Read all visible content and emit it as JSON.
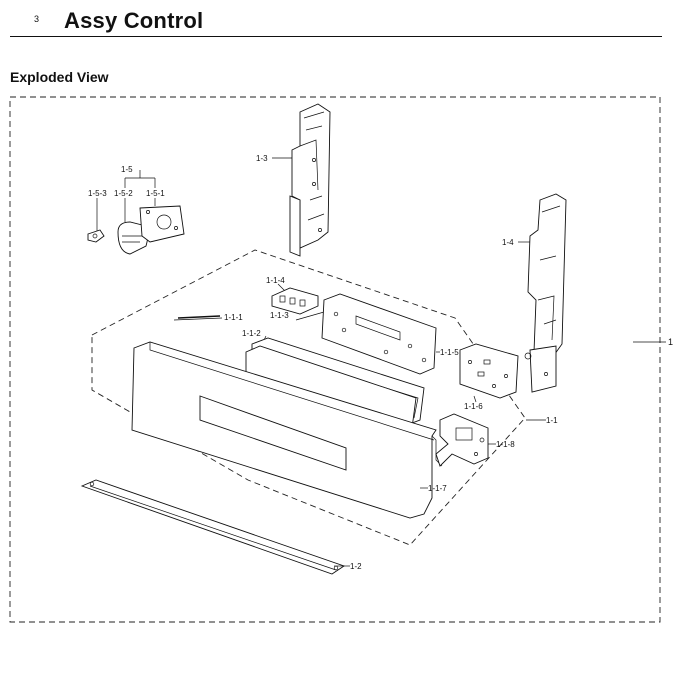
{
  "header": {
    "page_number": "3",
    "title": "Assy Control"
  },
  "section": {
    "heading": "Exploded View"
  },
  "labels": {
    "assembly": "1",
    "panel_assy": "1-1",
    "panel_wire": "1-1-1",
    "panel_window": "1-1-2",
    "sub_pcb": "1-1-3",
    "connector_block": "1-1-4",
    "pcb_main": "1-1-5",
    "pcb_relay": "1-1-6",
    "front_panel": "1-1-7",
    "bracket": "1-1-8",
    "trim_bar": "1-2",
    "side_bracket_left": "1-3",
    "side_bracket_right": "1-4",
    "sensor_assy": "1-5",
    "sensor_plate": "1-5-1",
    "sensor_body": "1-5-2",
    "sensor_clip": "1-5-3"
  }
}
